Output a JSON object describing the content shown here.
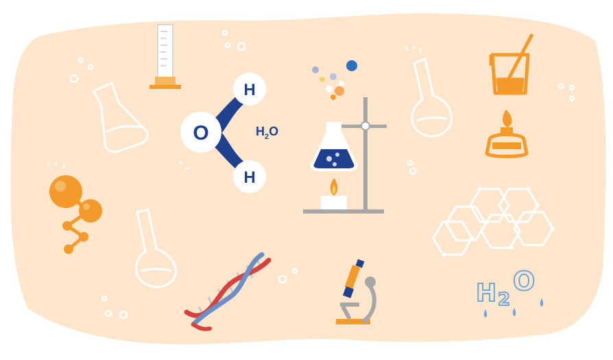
{
  "colors": {
    "background_blob": "#fde6cc",
    "outline_white": "#ffffff",
    "navy": "#1f3f8f",
    "orange": "#f39a2b",
    "gray": "#a7a7a7",
    "dna_red": "#d6433f",
    "dna_blue": "#6c8fc8",
    "sketch_blue": "#6fa6d8"
  },
  "molecule": {
    "oxygen_label": "O",
    "hydrogen_top_label": "H",
    "hydrogen_bottom_label": "H",
    "formula_main": "H",
    "formula_sub": "2",
    "formula_end": "O"
  },
  "sketch": {
    "letter_1": "H",
    "sub_digit": "2",
    "letter_2": "O"
  },
  "icons": [
    "graduated-cylinder-icon",
    "conical-flask-outline-icon",
    "water-molecule-icon",
    "lab-stand-with-flask-and-burner-icon",
    "round-bottom-flask-outline-icon",
    "beaker-with-stirrer-icon",
    "alcohol-lamp-icon",
    "ball-and-stick-molecule-icon",
    "volumetric-flask-outline-icon",
    "dna-helix-icon",
    "microscope-icon",
    "hexagon-structure-icon",
    "h2o-sketch-icon"
  ]
}
